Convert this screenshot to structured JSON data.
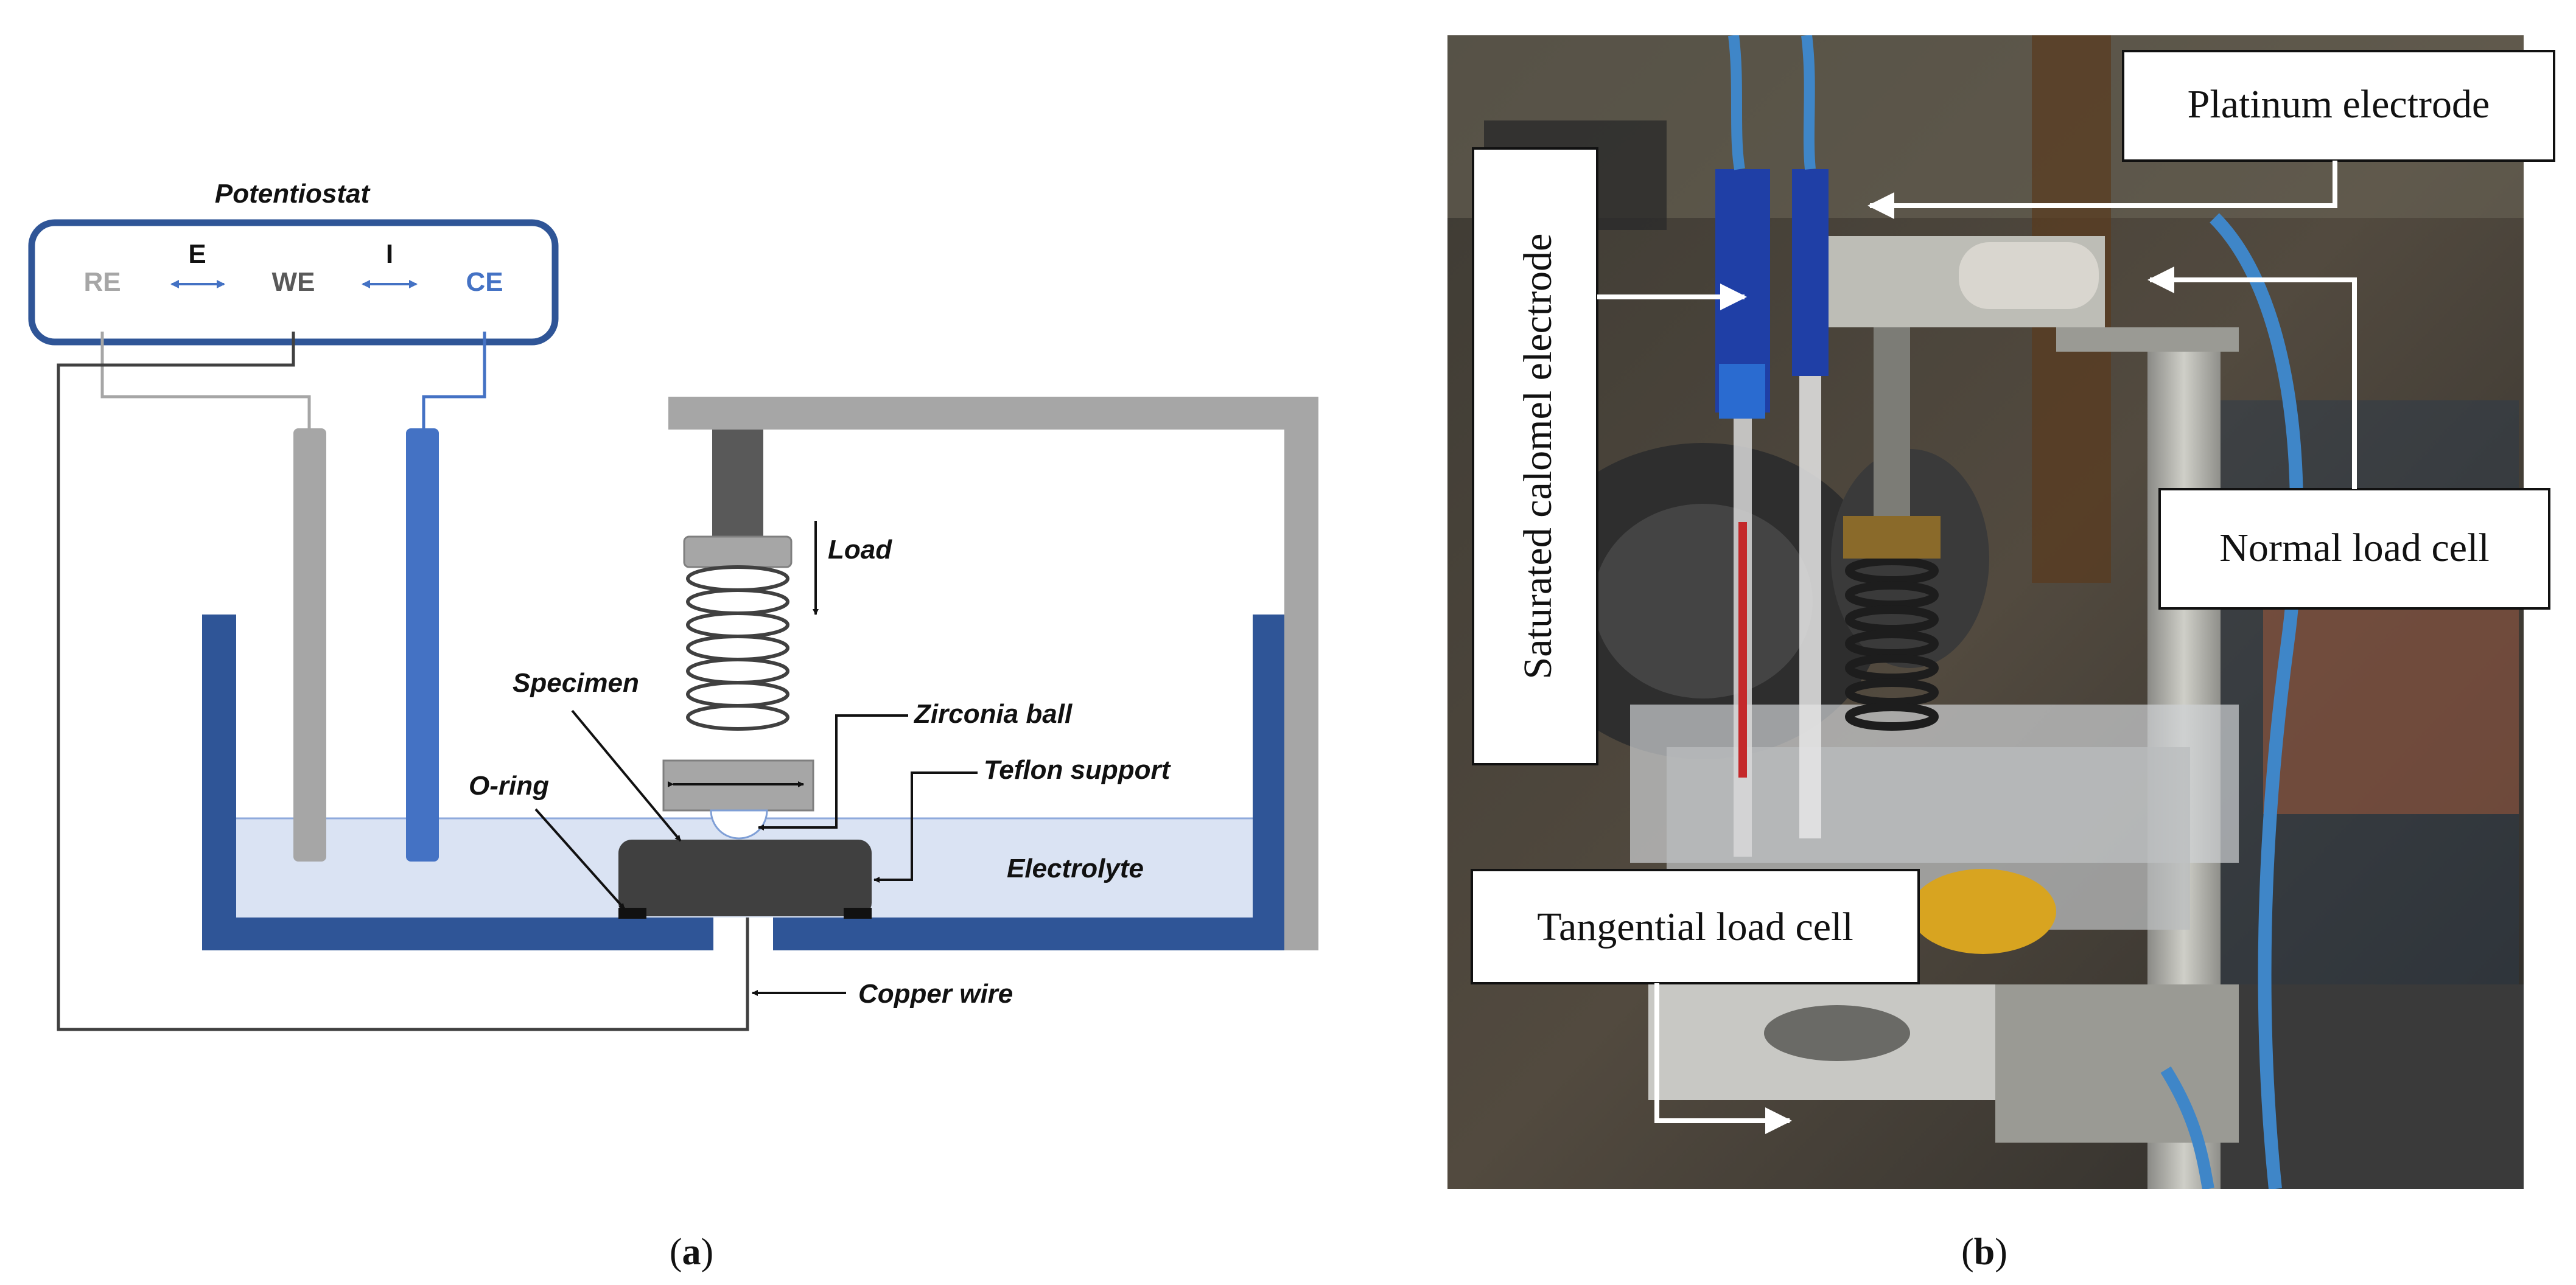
{
  "panel_a": {
    "potentiostat": {
      "title": "Potentiostat",
      "re": "RE",
      "we": "WE",
      "ce": "CE",
      "e": "E",
      "i": "I",
      "colors": {
        "re": "#a6a6a6",
        "we": "#595959",
        "ce": "#4472c4",
        "frame": "#2f5597"
      }
    },
    "labels": {
      "load": "Load",
      "specimen": "Specimen",
      "zirconia_ball": "Zirconia ball",
      "teflon_support": "Teflon support",
      "o_ring": "O-ring",
      "electrolyte": "Electrolyte",
      "copper_wire": "Copper wire"
    },
    "caption_letter": "a",
    "colors": {
      "tank": "#2f5597",
      "electrolyte": "#dae3f3",
      "support": "#404040",
      "frame": "#a6a6a6"
    }
  },
  "panel_b": {
    "labels": {
      "platinum_electrode": "Platinum electrode",
      "calomel_electrode": "Saturated calomel electrode",
      "normal_load_cell": "Normal load cell",
      "tangential_load_cell": "Tangential load cell"
    },
    "caption_letter": "b"
  }
}
